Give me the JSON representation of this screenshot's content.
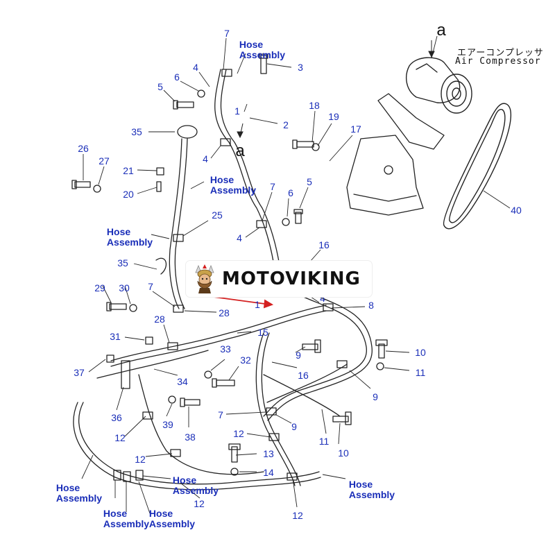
{
  "title_jp": "エアーコンプレッサ",
  "title_en": "Air Compressor",
  "view_letter": "a",
  "watermark": "MOTOVIKING",
  "colors": {
    "callout": "#1a2eb8",
    "line": "#222222",
    "arrow": "#d42020"
  },
  "callouts": {
    "c7a": "7",
    "c3": "3",
    "c4a": "4",
    "c6a": "6",
    "c5a": "5",
    "c1a": "1",
    "c2": "2",
    "c35a": "35",
    "c4b": "4",
    "c18": "18",
    "c19": "19",
    "c17": "17",
    "c26": "26",
    "c27": "27",
    "c21": "21",
    "c20": "20",
    "c7b": "7",
    "c5b": "5",
    "c6b": "6",
    "c25": "25",
    "c40": "40",
    "c4c": "4",
    "c16a": "16",
    "c35b": "35",
    "c29": "29",
    "c30": "30",
    "c7c": "7",
    "c1b": "1",
    "c4d": "4",
    "c8": "8",
    "c28a": "28",
    "c28b": "28",
    "c15": "15",
    "c31": "31",
    "c33": "33",
    "c9a": "9",
    "c10a": "10",
    "c32": "32",
    "c16b": "16",
    "c11a": "11",
    "c37": "37",
    "c34": "34",
    "c9b": "9",
    "c36": "36",
    "c39": "39",
    "c38": "38",
    "c7d": "7",
    "c9c": "9",
    "c11b": "11",
    "c12a": "12",
    "c12b": "12",
    "c10b": "10",
    "c13": "13",
    "c14": "14",
    "c12c": "12",
    "c12d": "12"
  },
  "hose_labels": {
    "h1": [
      "Hose",
      "Assembly"
    ],
    "h2": [
      "Hose",
      "Assembly"
    ],
    "h3": [
      "Hose",
      "Assembly"
    ],
    "h4": [
      "Hose",
      "Assembly"
    ],
    "h5": [
      "Hose",
      "Assembly"
    ],
    "h6": [
      "Hose",
      "Assembly"
    ],
    "h7": [
      "Hose",
      "Assembly"
    ],
    "h8": [
      "Hose",
      "Assembly"
    ]
  }
}
